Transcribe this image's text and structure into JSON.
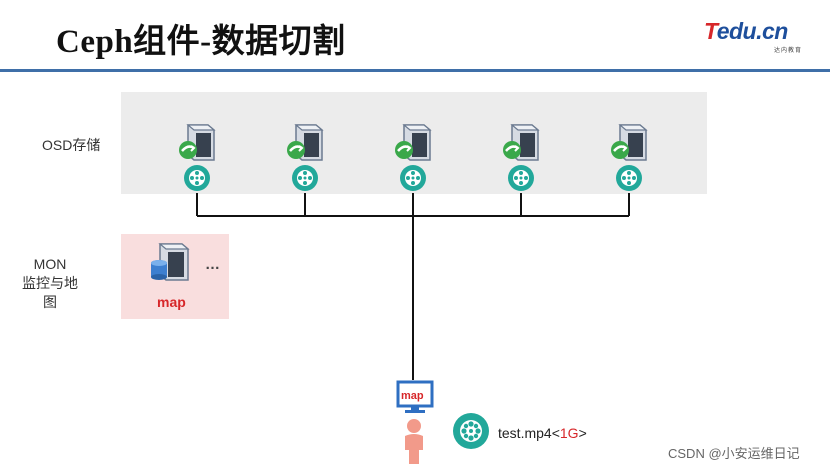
{
  "header": {
    "title": "Ceph组件-数据切割",
    "brand": {
      "prefix": "T",
      "rest": "edu.cn",
      "sub": "达内教育"
    }
  },
  "osd": {
    "label": "OSD存储",
    "node_count": 5
  },
  "mon": {
    "label_line1": "MON",
    "label_line2": "监控与地图",
    "map_text": "map",
    "more": "…"
  },
  "client": {
    "map_text": "map",
    "file_name": "test.mp4<",
    "file_size": "1G",
    "file_close": ">"
  },
  "watermark": "CSDN @小安运维日记",
  "colors": {
    "accent_blue": "#3f6fa8",
    "brand_red": "#d7272a",
    "teal": "#22a89a",
    "osd_band": "#ececec",
    "mon_box": "#f9dede"
  }
}
